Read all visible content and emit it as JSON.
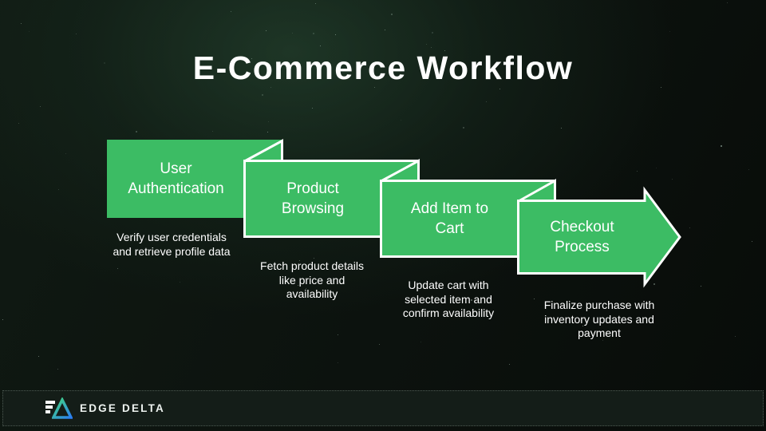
{
  "title": "E-Commerce Workflow",
  "steps": [
    {
      "label": "User\nAuthentication",
      "caption": "Verify user credentials\nand retrieve profile data"
    },
    {
      "label": "Product\nBrowsing",
      "caption": "Fetch product details\nlike price and\navailability"
    },
    {
      "label": "Add Item to\nCart",
      "caption": "Update cart with\nselected item and\nconfirm availability"
    },
    {
      "label": "Checkout\nProcess",
      "caption": "Finalize purchase with\ninventory updates and\npayment"
    }
  ],
  "footer": {
    "brand": "EDGE DELTA",
    "logo_icon": "delta-triangle-icon"
  },
  "colors": {
    "step_green": "#3CBC64",
    "outline_white": "#FFFFFF",
    "background_dark": "#0B110D",
    "footer_background": "#141D18",
    "logo_gradient_start": "#42D97B",
    "logo_gradient_end": "#2B7FF2"
  }
}
